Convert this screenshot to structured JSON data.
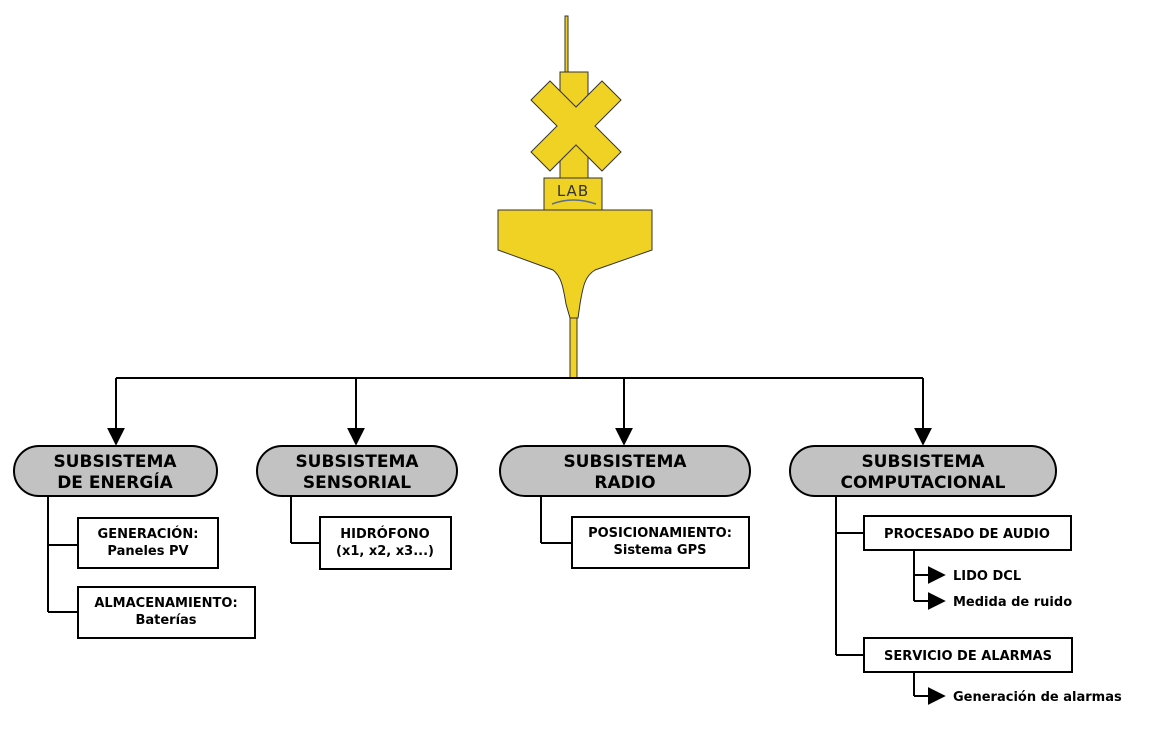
{
  "buoy": {
    "logo_text": "LAB",
    "color": "#EFD223"
  },
  "subsystems": {
    "energy": {
      "title_line1": "SUBSISTEMA",
      "title_line2": "DE ENERGÍA",
      "items": [
        {
          "line1": "GENERACIÓN:",
          "line2": "Paneles PV"
        },
        {
          "line1": "ALMACENAMIENTO:",
          "line2": "Baterías"
        }
      ]
    },
    "sensor": {
      "title_line1": "SUBSISTEMA",
      "title_line2": "SENSORIAL",
      "items": [
        {
          "line1": "HIDRÓFONO",
          "line2": "(x1, x2, x3...)"
        }
      ]
    },
    "radio": {
      "title_line1": "SUBSISTEMA",
      "title_line2": "RADIO",
      "items": [
        {
          "line1": "POSICIONAMIENTO:",
          "line2": "Sistema GPS"
        }
      ]
    },
    "computational": {
      "title_line1": "SUBSISTEMA",
      "title_line2": "COMPUTACIONAL",
      "items": [
        {
          "label": "PROCESADO DE AUDIO",
          "children": [
            "LIDO DCL",
            "Medida de ruido"
          ]
        },
        {
          "label": "SERVICIO DE ALARMAS",
          "children": [
            "Generación de alarmas"
          ]
        }
      ]
    }
  },
  "colors": {
    "pill_fill": "#C2C2C2",
    "line": "#000000",
    "box_fill": "#FFFFFF"
  }
}
